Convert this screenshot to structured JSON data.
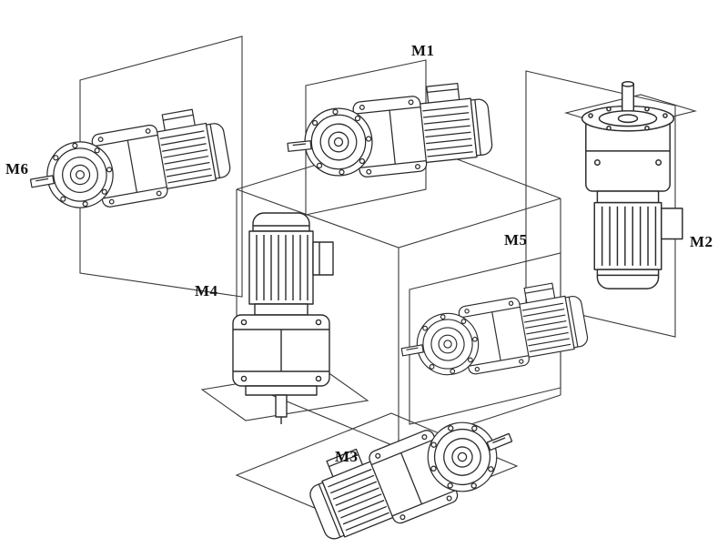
{
  "ink_color": "#262626",
  "labels": {
    "m1": "M1",
    "m2": "M2",
    "m3": "M3",
    "m4": "M4",
    "m5": "M5",
    "m6": "M6"
  }
}
